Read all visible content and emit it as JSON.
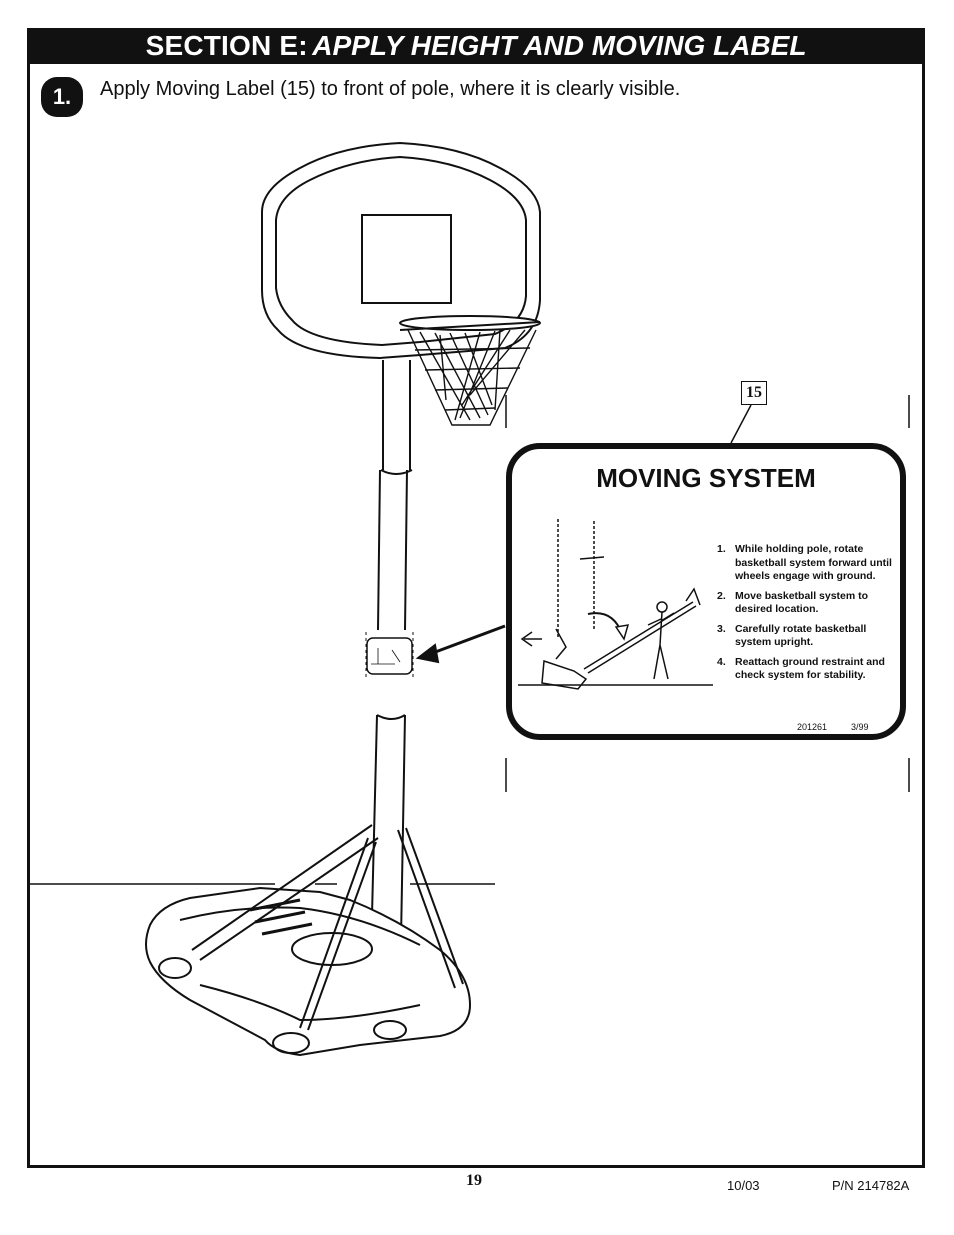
{
  "section": {
    "prefix": "SECTION E:",
    "title": "APPLY HEIGHT AND MOVING LABEL"
  },
  "step": {
    "number": "1.",
    "instruction": "Apply Moving Label (15) to front of pole, where it is clearly visible."
  },
  "callout_part": "15",
  "moving_label": {
    "title": "MOVING SYSTEM",
    "steps": [
      {
        "num": "1.",
        "text": "While holding pole, rotate basketball system forward until wheels engage with ground."
      },
      {
        "num": "2.",
        "text": "Move basketball system to desired location."
      },
      {
        "num": "3.",
        "text": "Carefully rotate basketball system upright."
      },
      {
        "num": "4.",
        "text": "Reattach ground restraint and check system for stability."
      }
    ],
    "code": "201261",
    "date": "3/99"
  },
  "footer": {
    "page": "19",
    "date": "10/03",
    "part_number": "P/N 214782A"
  }
}
